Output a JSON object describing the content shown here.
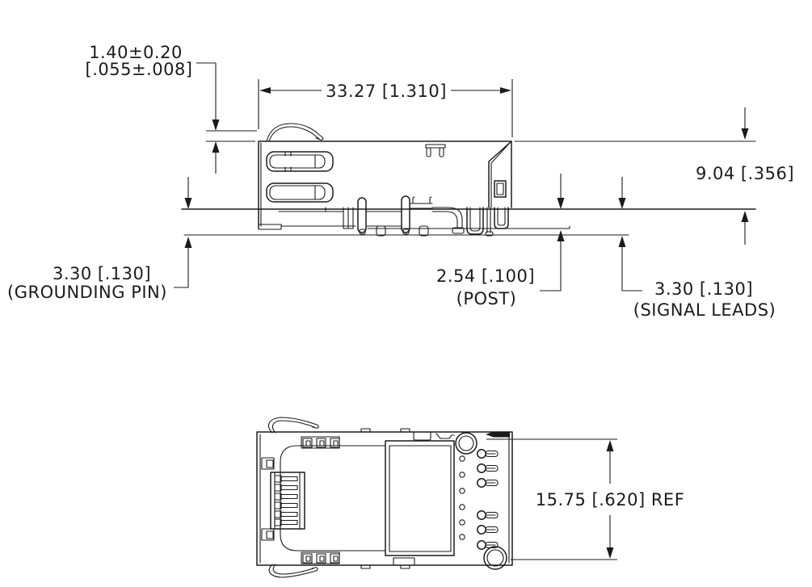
{
  "colors": {
    "line": "#1b1b1b",
    "background": "#ffffff"
  },
  "dimensions": {
    "shield_tab_height": {
      "metric": "1.40±0.20",
      "imperial": "[.055±.008]"
    },
    "body_width": {
      "value": "33.27 [1.310]"
    },
    "body_height": {
      "value": "9.04 [.356]"
    },
    "grounding_pin_length": {
      "value": "3.30 [.130]",
      "label": "(GROUNDING PIN)"
    },
    "post_length": {
      "value": "2.54 [.100]",
      "label": "(POST)"
    },
    "signal_lead_length": {
      "value": "3.30 [.130]",
      "label": "(SIGNAL LEADS)"
    },
    "body_depth": {
      "value": "15.75 [.620] REF"
    }
  }
}
